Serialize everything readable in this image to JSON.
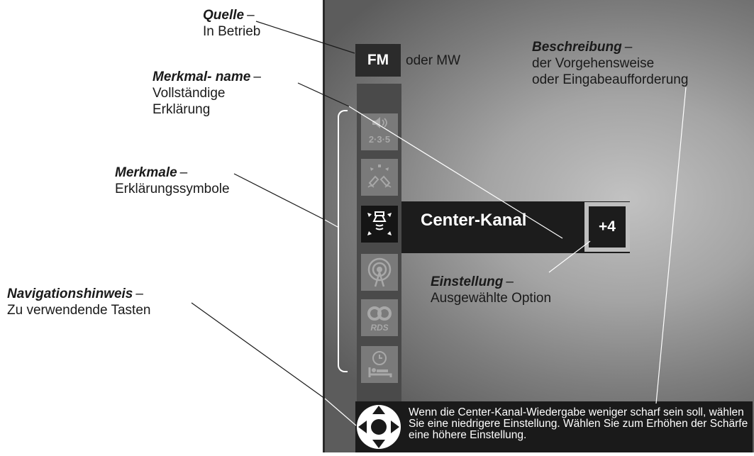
{
  "annotations": {
    "source": {
      "title": "Quelle",
      "dash": "–",
      "desc": "In Betrieb"
    },
    "feature_name": {
      "title": "Merkmal- name",
      "dash": "–",
      "desc1": "Vollständige",
      "desc2": "Erklärung"
    },
    "features": {
      "title": "Merkmale",
      "dash": "–",
      "desc": "Erklärungssymbole"
    },
    "navigation": {
      "title": "Navigationshinweis",
      "dash": "–",
      "desc": "Zu verwendende Tasten"
    },
    "description": {
      "title": "Beschreibung",
      "dash": "–",
      "desc1": "der Vorgehensweise",
      "desc2": "oder Eingabeaufforderung"
    },
    "setting": {
      "title": "Einstellung",
      "dash": "–",
      "desc": "Ausgewählte Option"
    }
  },
  "screen": {
    "source_label": "FM",
    "source_alt": "oder MW",
    "feature_name": "Center-Kanal",
    "setting_value": "+4",
    "description": "Wenn die Center-Kanal-Wiedergabe weniger scharf sein soll, wählen Sie eine niedrigere Einstellung. Wählen Sie zum Erhöhen der Schärfe eine höhere Einstellung.",
    "feature_icons": [
      {
        "name": "speaker-235-icon",
        "text": "2·3·5"
      },
      {
        "name": "surround-speakers-icon"
      },
      {
        "name": "center-channel-icon"
      },
      {
        "name": "antenna-icon"
      },
      {
        "name": "rds-icon",
        "text": "RDS"
      },
      {
        "name": "sleep-timer-icon"
      }
    ]
  },
  "colors": {
    "screen_dark": "#1c1c1c",
    "setting_border": "#bfbfbf",
    "icon_inactive": "#7a7a7a"
  }
}
